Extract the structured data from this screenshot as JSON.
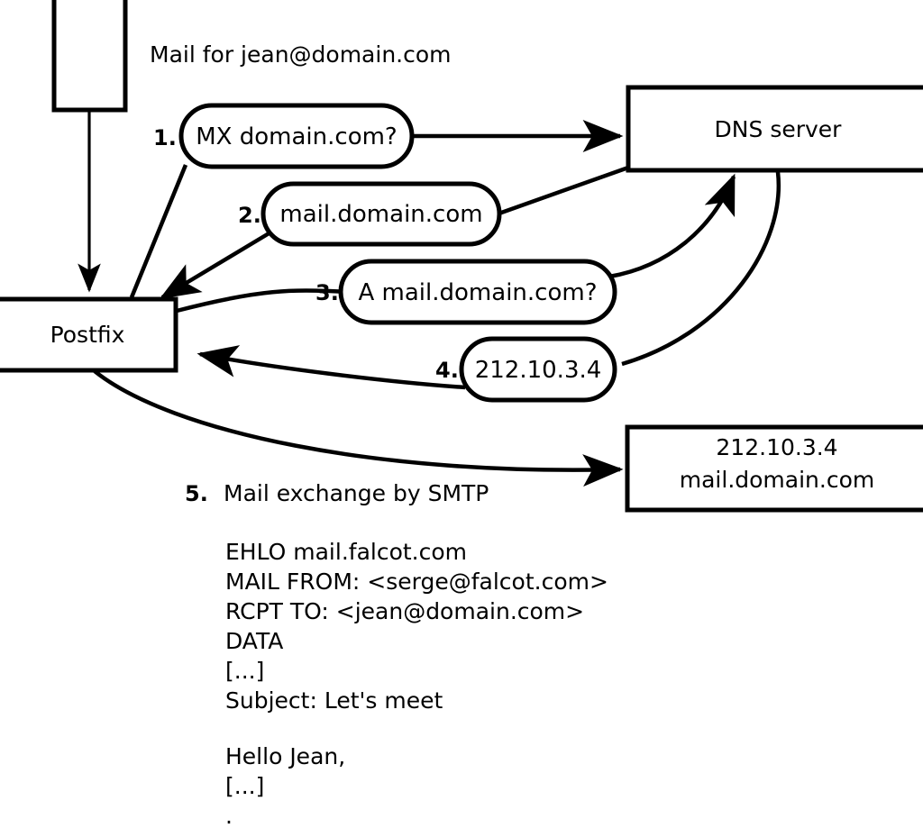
{
  "diagram": {
    "title": "Mail for jean@domain.com",
    "nodes": [
      {
        "id": "sender-client",
        "label": ""
      },
      {
        "id": "postfix",
        "label": "Postfix"
      },
      {
        "id": "dns-server",
        "label": "DNS server"
      },
      {
        "id": "remote-mail-server",
        "label_line1": "212.10.3.4",
        "label_line2": "mail.domain.com"
      }
    ],
    "steps": [
      {
        "num": "1.",
        "message": "MX domain.com?"
      },
      {
        "num": "2.",
        "message": "mail.domain.com"
      },
      {
        "num": "3.",
        "message": "A mail.domain.com?"
      },
      {
        "num": "4.",
        "message": "212.10.3.4"
      },
      {
        "num": "5.",
        "message": "Mail exchange by SMTP"
      }
    ],
    "smtp_transcript": [
      "EHLO mail.falcot.com",
      "MAIL FROM: <serge@falcot.com>",
      "RCPT TO: <jean@domain.com>",
      "DATA",
      "[...]",
      "Subject: Let's meet",
      "",
      "Hello Jean,",
      "[...]",
      "."
    ]
  },
  "colors": {
    "stroke": "#000000",
    "fill": "#ffffff",
    "text": "#000000"
  }
}
